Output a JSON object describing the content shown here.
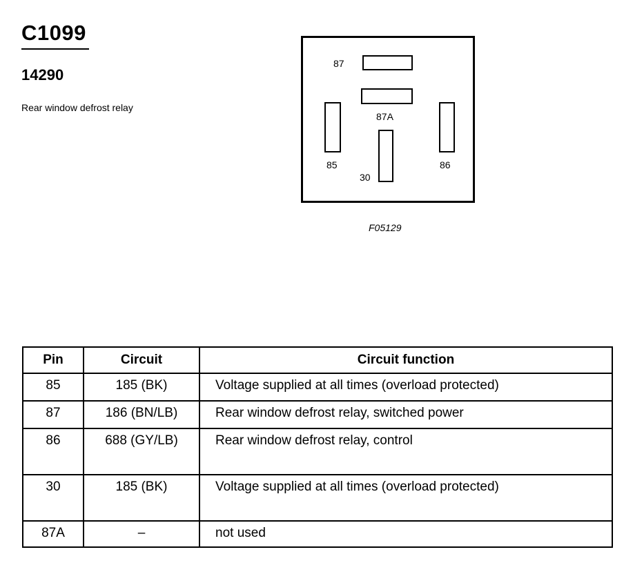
{
  "header": {
    "connector_id": "C1099",
    "part_number": "14290",
    "description": "Rear window defrost relay"
  },
  "diagram": {
    "pin_labels": {
      "p87": "87",
      "p87a": "87A",
      "p85": "85",
      "p30": "30",
      "p86": "86"
    },
    "figure_code": "F05129"
  },
  "table": {
    "headers": [
      "Pin",
      "Circuit",
      "Circuit function"
    ],
    "rows": [
      {
        "pin": "85",
        "circuit": "185 (BK)",
        "function": "Voltage supplied at all times (overload protected)"
      },
      {
        "pin": "87",
        "circuit": "186 (BN/LB)",
        "function": "Rear window defrost relay, switched power"
      },
      {
        "pin": "86",
        "circuit": "688 (GY/LB)",
        "function": "Rear window defrost relay, control"
      },
      {
        "pin": "30",
        "circuit": "185 (BK)",
        "function": "Voltage supplied at all times (overload protected)"
      },
      {
        "pin": "87A",
        "circuit": "–",
        "function": "not used"
      }
    ]
  }
}
